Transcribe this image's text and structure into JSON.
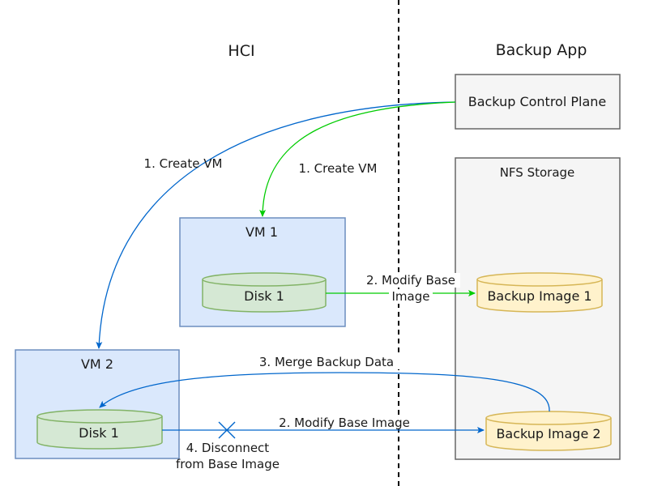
{
  "regions": {
    "left_title": "HCI",
    "right_title": "Backup App"
  },
  "control_plane": {
    "label": "Backup Control Plane"
  },
  "nfs_storage": {
    "label": "NFS Storage",
    "images": [
      {
        "label": "Backup Image 1"
      },
      {
        "label": "Backup Image 2"
      }
    ]
  },
  "vm1": {
    "label": "VM 1",
    "disk": "Disk 1"
  },
  "vm2": {
    "label": "VM 2",
    "disk": "Disk 1"
  },
  "edges": {
    "create_vm_blue": "1. Create VM",
    "create_vm_green": "1. Create VM",
    "modify_base_1_line1": "2. Modify Base",
    "modify_base_1_line2": "Image",
    "merge_backup": "3. Merge Backup Data",
    "modify_base_2": "2. Modify Base Image",
    "disconnect_line1": "4. Disconnect",
    "disconnect_line2": "from Base Image"
  },
  "colors": {
    "vm_fill": "#dae8fc",
    "vm_stroke": "#6c8ebf",
    "disk_fill": "#d5e8d4",
    "disk_stroke": "#82b366",
    "image_fill": "#fff2cc",
    "image_stroke": "#d6b656",
    "box_fill": "#f5f5f5",
    "box_stroke": "#666666",
    "blue_arrow": "#0066cc",
    "green_arrow": "#00cc00"
  }
}
